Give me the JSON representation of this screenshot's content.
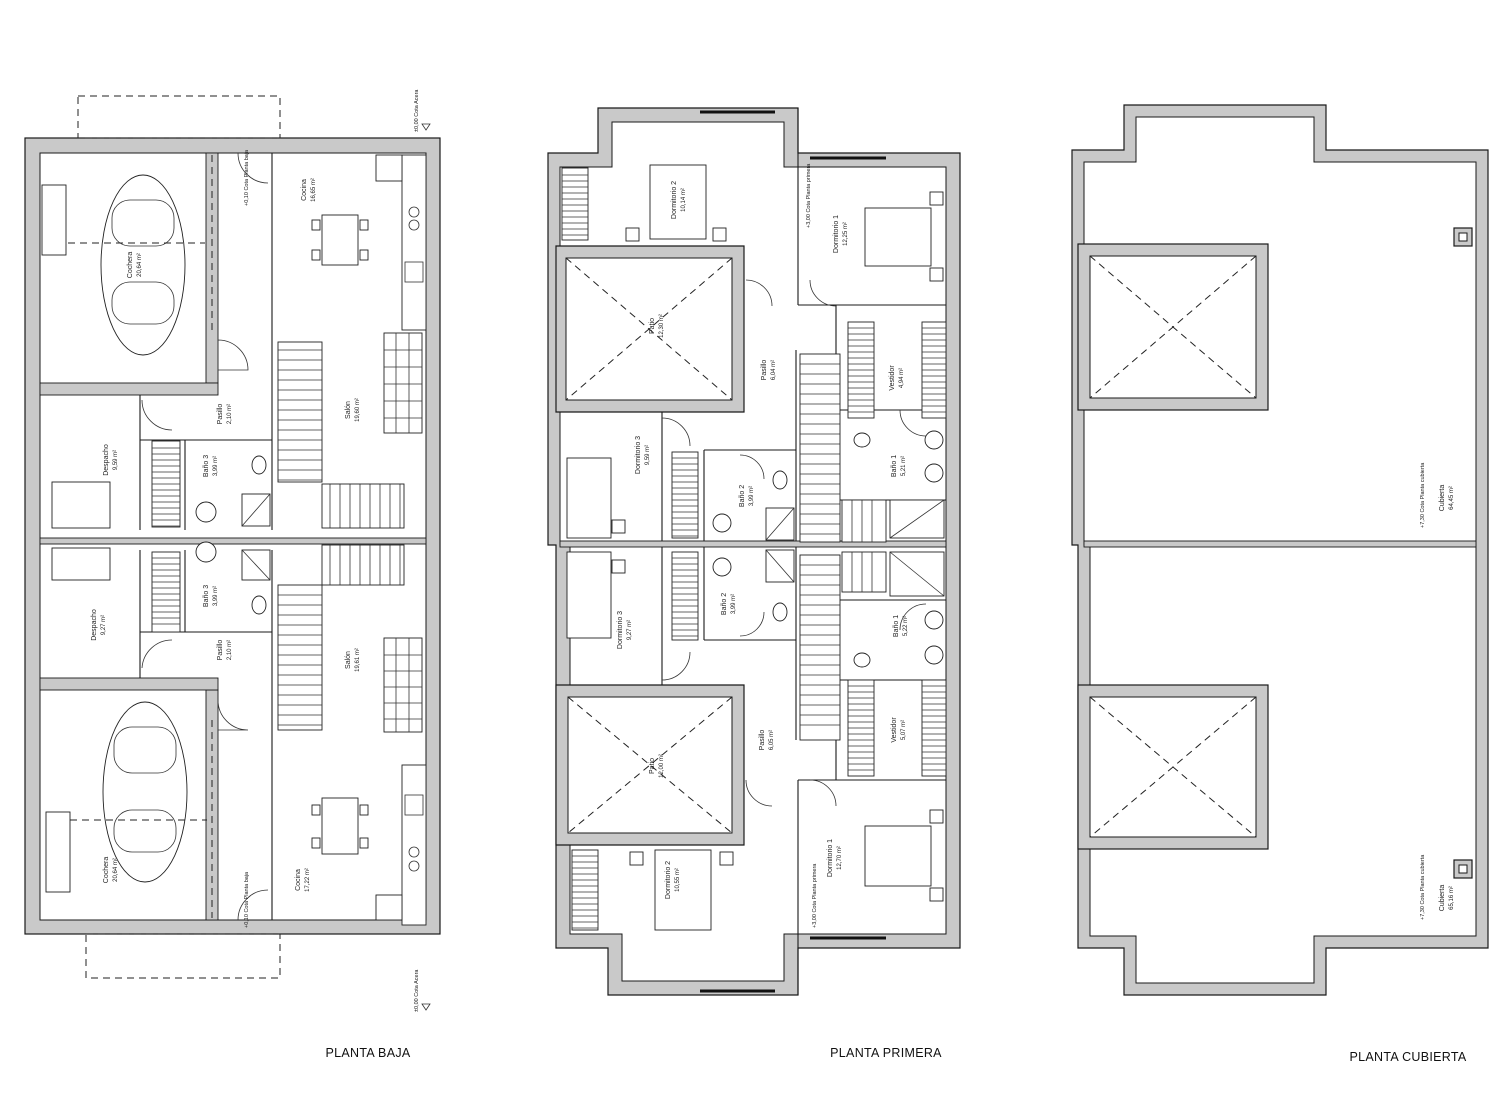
{
  "titles": {
    "ground": "PLANTA BAJA",
    "first": "PLANTA PRIMERA",
    "roof": "PLANTA CUBIERTA"
  },
  "ground_rooms": {
    "cochera": {
      "name": "Cochera",
      "area": "20,64 m²"
    },
    "cocina_a": {
      "name": "Cocina",
      "area": "16,65 m²"
    },
    "salon_a": {
      "name": "Salón",
      "area": "19,60 m²"
    },
    "pasillo_a": {
      "name": "Pasillo",
      "area": "2,10 m²"
    },
    "despacho_a": {
      "name": "Despacho",
      "area": "9,59 m²"
    },
    "bano3_a": {
      "name": "Baño 3",
      "area": "3,99 m²"
    },
    "despacho_b": {
      "name": "Despacho",
      "area": "9,27 m²"
    },
    "bano3_b": {
      "name": "Baño 3",
      "area": "3,99 m²"
    },
    "pasillo_b": {
      "name": "Pasillo",
      "area": "2,10 m²"
    },
    "salon_b": {
      "name": "Salón",
      "area": "19,61 m²"
    },
    "cocina_b": {
      "name": "Cocina",
      "area": "17,22 m²"
    },
    "cochera_b": {
      "name": "Cochera",
      "area": "20,64 m²"
    }
  },
  "first_rooms": {
    "dorm2_a": {
      "name": "Dormitorio 2",
      "area": "10,14 m²"
    },
    "dorm1_a": {
      "name": "Dormitorio 1",
      "area": "12,25 m²"
    },
    "patio_a": {
      "name": "Patio",
      "area": "12,30 m²"
    },
    "pasillo_a": {
      "name": "Pasillo",
      "area": "6,04 m²"
    },
    "vestidor_a": {
      "name": "Vestidor",
      "area": "4,94 m²"
    },
    "dorm3_a": {
      "name": "Dormitorio 3",
      "area": "9,59 m²"
    },
    "bano2_a": {
      "name": "Baño 2",
      "area": "3,99 m²"
    },
    "bano1_a": {
      "name": "Baño 1",
      "area": "5,21 m²"
    },
    "dorm3_b": {
      "name": "Dormitorio 3",
      "area": "9,27 m²"
    },
    "bano2_b": {
      "name": "Baño 2",
      "area": "3,99 m²"
    },
    "bano1_b": {
      "name": "Baño 1",
      "area": "5,22 m²"
    },
    "patio_b": {
      "name": "Patio",
      "area": "12,00 m²"
    },
    "pasillo_b": {
      "name": "Pasillo",
      "area": "6,05 m²"
    },
    "vestidor_b": {
      "name": "Vestidor",
      "area": "5,07 m²"
    },
    "dorm2_b": {
      "name": "Dormitorio 2",
      "area": "10,55 m²"
    },
    "dorm1_b": {
      "name": "Dormitorio 1",
      "area": "12,70 m²"
    }
  },
  "roof_rooms": {
    "cubierta_a": {
      "name": "Cubierta",
      "area": "64,45 m²"
    },
    "cubierta_b": {
      "name": "Cubierta",
      "area": "65,16 m²"
    }
  },
  "levels": {
    "acera": "±0,00 Cota Acera",
    "planta_baja": "+0,10 Cota Planta baja",
    "planta_primera": "+3,00 Cota Planta primera",
    "cubierta": "+7,30 Cota Planta cubierta"
  }
}
